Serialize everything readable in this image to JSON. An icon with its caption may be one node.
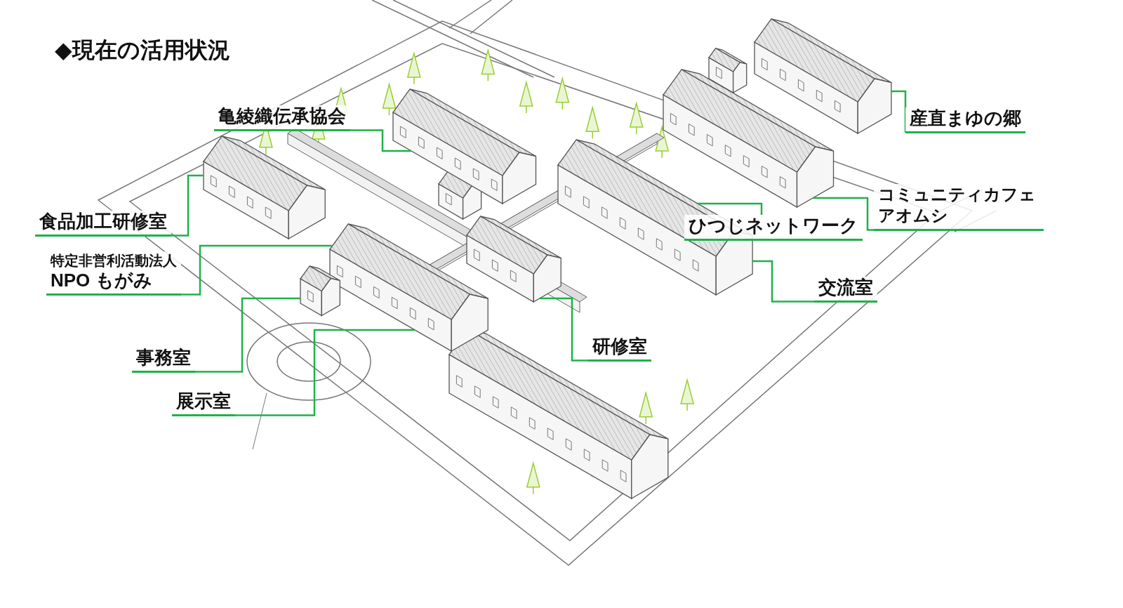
{
  "diagram": {
    "title": "◆現在の活用状況",
    "nodes": [
      {
        "text": [
          "亀綾織伝承協会"
        ]
      },
      {
        "text": [
          "産直まゆの郷"
        ]
      },
      {
        "text": [
          "コミュニティカフェアオムシ"
        ]
      },
      {
        "text": [
          "食品加工研修室"
        ]
      },
      {
        "text": [
          "ひつじネットワーク"
        ]
      },
      {
        "text": [
          "特定非営利活動法人",
          "NPO もがみ"
        ]
      },
      {
        "text": [
          "交流室"
        ]
      },
      {
        "text": [
          "事務室"
        ]
      },
      {
        "text": [
          "研修室"
        ]
      },
      {
        "text": [
          "展示室"
        ]
      },
      {
        "text": [],
        "shape": "picture"
      },
      {
        "text": [],
        "shape": "picture"
      },
      {
        "text": [],
        "shape": "picture"
      },
      {
        "text": [],
        "shape": "picture"
      },
      {
        "text": [],
        "shape": "picture"
      },
      {
        "text": [],
        "shape": "picture"
      },
      {
        "text": [],
        "shape": "picture"
      },
      {
        "text": [],
        "shape": "picture"
      },
      {
        "text": [],
        "shape": "picture"
      },
      {
        "text": [],
        "shape": "picture"
      }
    ],
    "edges": [
      {
        "from": 0,
        "to": 14,
        "arrow": "none"
      },
      {
        "from": 1,
        "to": 19,
        "arrow": "none"
      },
      {
        "from": 2,
        "to": 18,
        "arrow": "none"
      },
      {
        "from": 3,
        "to": 10,
        "arrow": "none"
      },
      {
        "from": 4,
        "to": 16,
        "arrow": "none"
      },
      {
        "from": 5,
        "to": 11,
        "arrow": "none"
      },
      {
        "from": 6,
        "to": 17,
        "arrow": "none"
      },
      {
        "from": 7,
        "to": 12,
        "arrow": "none"
      },
      {
        "from": 8,
        "to": 15,
        "arrow": "none"
      },
      {
        "from": 9,
        "to": 13,
        "arrow": "none"
      }
    ]
  }
}
